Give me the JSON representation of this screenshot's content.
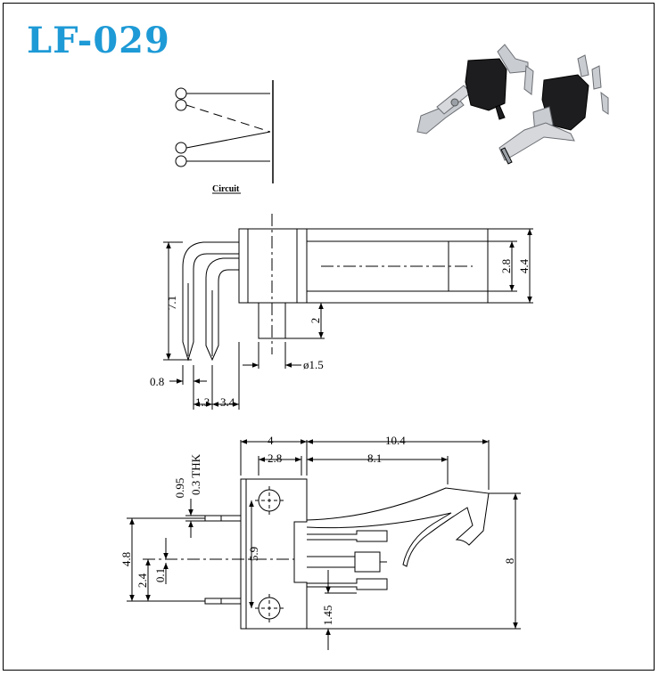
{
  "title": "LF-029",
  "circuit_caption": "Circuit",
  "dims": {
    "d_7_1": "7.1",
    "d_0_8": "0.8",
    "d_1_3": "1.3",
    "d_3_4": "3.4",
    "d_2": "2",
    "d_phi_1_5": "ø1.5",
    "d_2_8_side": "2.8",
    "d_4_4": "4.4",
    "d_4": "4",
    "d_2_8_top": "2.8",
    "d_10_4": "10.4",
    "d_8_1": "8.1",
    "d_0_95": "0.95",
    "d_0_3_thk": "0.3 THK",
    "d_4_8": "4.8",
    "d_2_4": "2.4",
    "d_0_1": "0.1",
    "d_5_9": "5.9",
    "d_8": "8",
    "d_1_45": "1.45"
  },
  "colors": {
    "title": "#1e9ad6",
    "line": "#000000"
  },
  "photo": {
    "icon": "switch-photo-icon"
  }
}
